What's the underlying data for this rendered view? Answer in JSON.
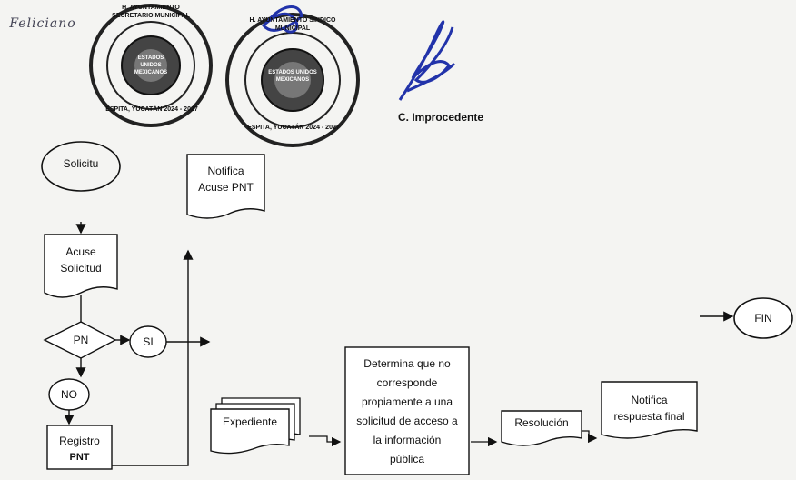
{
  "header": {
    "handwritten_name": "Feliciano",
    "seal_left": {
      "top_text": "H. AYUNTAMIENTO SECRETARIO MUNICIPAL",
      "emblem_text": "ESTADOS UNIDOS MEXICANOS",
      "side_text": "ESPITA, YUCATÁN 2024 - 2027"
    },
    "seal_right": {
      "top_text": "H. AYUNTAMIENTO SINDICO MUNICIPAL",
      "emblem_text": "ESTADOS UNIDOS MEXICANOS",
      "side_text": "ESPITA, YUCATÁN 2024 - 2027"
    },
    "caption": "C. Improcedente"
  },
  "flow": {
    "start": "Solicitu",
    "notify_ack": [
      "Notifica",
      "Acuse PNT"
    ],
    "ack_request": [
      "Acuse",
      "Solicitud"
    ],
    "decision": "PN",
    "yes": "SI",
    "no": "NO",
    "register": [
      "Registro",
      "PNT"
    ],
    "file": "Expediente",
    "determination": [
      "Determina que no",
      "corresponde",
      "propiamente a una",
      "solicitud de acceso a",
      "la información",
      "pública"
    ],
    "resolution": "Resolución",
    "notify_final": [
      "Notifica",
      "respuesta final"
    ],
    "end": "FIN"
  }
}
